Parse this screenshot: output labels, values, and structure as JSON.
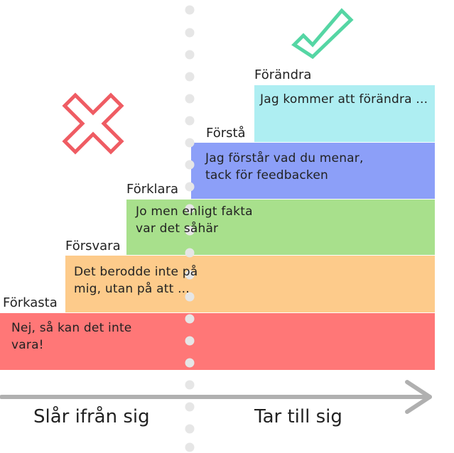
{
  "colors": {
    "forandra": "#aeeef2",
    "forsta": "#8c9ff8",
    "forklara": "#a8e08c",
    "forsvara": "#fdcb8b",
    "forkasta": "#ff7777",
    "cross": "#ef5c63",
    "check": "#55d6a4",
    "axis": "#b0b0b0",
    "dots": "#e6e6e6"
  },
  "icons": {
    "cross": "cross-icon",
    "check": "checkmark-icon",
    "arrow": "arrow-right-icon"
  },
  "steps": [
    {
      "title": "Förkasta",
      "text": "Nej, så kan det inte\nvara!"
    },
    {
      "title": "Försvara",
      "text": "Det berodde inte på\nmig, utan på att ..."
    },
    {
      "title": "Förklara",
      "text": "Jo men enligt fakta\nvar det såhär"
    },
    {
      "title": "Förstå",
      "text": "Jag förstår vad du menar,\ntack för feedbacken"
    },
    {
      "title": "Förändra",
      "text": "Jag kommer att förändra ..."
    }
  ],
  "axis": {
    "left_label": "Slår ifrån sig",
    "right_label": "Tar till sig"
  }
}
